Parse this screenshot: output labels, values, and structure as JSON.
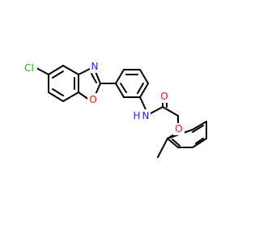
{
  "molecule": {
    "atoms": {
      "cl": {
        "symbol": "Cl",
        "color": "#1fad1f"
      },
      "n_oxazole": {
        "symbol": "N",
        "color": "#2020ff"
      },
      "o_oxazole": {
        "symbol": "O",
        "color": "#ff0d0d"
      },
      "n_amide": {
        "symbol": "N",
        "color": "#2020ff"
      },
      "h_amide": {
        "symbol": "H",
        "color": "#2020ff"
      },
      "o_carbonyl": {
        "symbol": "O",
        "color": "#ff0d0d"
      },
      "o_ether": {
        "symbol": "O",
        "color": "#ff0d0d"
      }
    }
  }
}
